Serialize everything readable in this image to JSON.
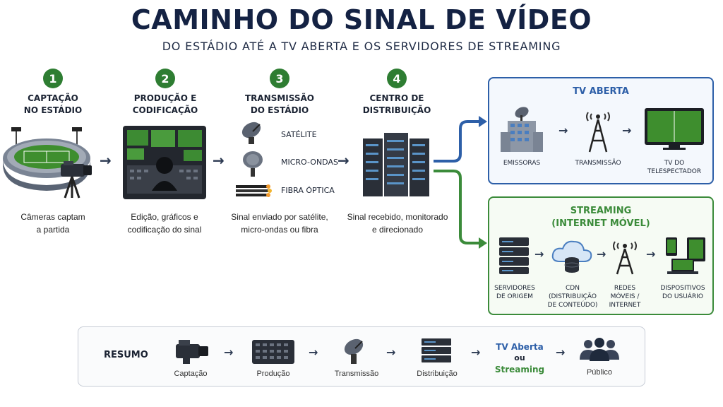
{
  "header": {
    "title": "CAMINHO DO SINAL DE VÍDEO",
    "subtitle": "DO ESTÁDIO ATÉ A TV ABERTA E OS SERVIDORES DE STREAMING"
  },
  "stages": [
    {
      "number": "1",
      "title_line1": "CAPTAÇÃO",
      "title_line2": "NO ESTÁDIO",
      "desc_line1": "Câmeras captam",
      "desc_line2": "a partida"
    },
    {
      "number": "2",
      "title_line1": "PRODUÇÃO E",
      "title_line2": "CODIFICAÇÃO",
      "desc_line1": "Edição, gráficos e",
      "desc_line2": "codificação do sinal"
    },
    {
      "number": "3",
      "title_line1": "TRANSMISSÃO",
      "title_line2": "DO ESTÁDIO",
      "desc_line1": "Sinal enviado por satélite,",
      "desc_line2": "micro-ondas ou fibra"
    },
    {
      "number": "4",
      "title_line1": "CENTRO DE",
      "title_line2": "DISTRIBUIÇÃO",
      "desc_line1": "Sinal recebido, monitorado",
      "desc_line2": "e direcionado"
    }
  ],
  "transmission_methods": [
    "SATÉLITE",
    "MICRO-ONDAS",
    "FIBRA ÓPTICA"
  ],
  "tv_aberta": {
    "title": "TV ABERTA",
    "items": [
      {
        "line1": "EMISSORAS",
        "line2": ""
      },
      {
        "line1": "TRANSMISSÃO",
        "line2": ""
      },
      {
        "line1": "TV DO",
        "line2": "TELESPECTADOR"
      }
    ]
  },
  "streaming": {
    "title_line1": "STREAMING",
    "title_line2": "(INTERNET MÓVEL)",
    "items": [
      {
        "line1": "SERVIDORES",
        "line2": "DE ORIGEM",
        "line3": ""
      },
      {
        "line1": "CDN",
        "line2": "(DISTRIBUIÇÃO",
        "line3": "DE CONTEÚDO)"
      },
      {
        "line1": "REDES",
        "line2": "MÓVEIS /",
        "line3": "INTERNET"
      },
      {
        "line1": "DISPOSITIVOS",
        "line2": "DO USUÁRIO",
        "line3": ""
      }
    ]
  },
  "summary": {
    "label": "RESUMO",
    "steps": [
      "Captação",
      "Produção",
      "Transmissão",
      "Distribuição",
      "Público"
    ],
    "tv_aberta": "TV Aberta",
    "ou": "ou",
    "streaming": "Streaming"
  },
  "colors": {
    "navy": "#142243",
    "green": "#2e7d32",
    "blue": "#2d5fa8",
    "streaming_green": "#3b8b3a"
  }
}
